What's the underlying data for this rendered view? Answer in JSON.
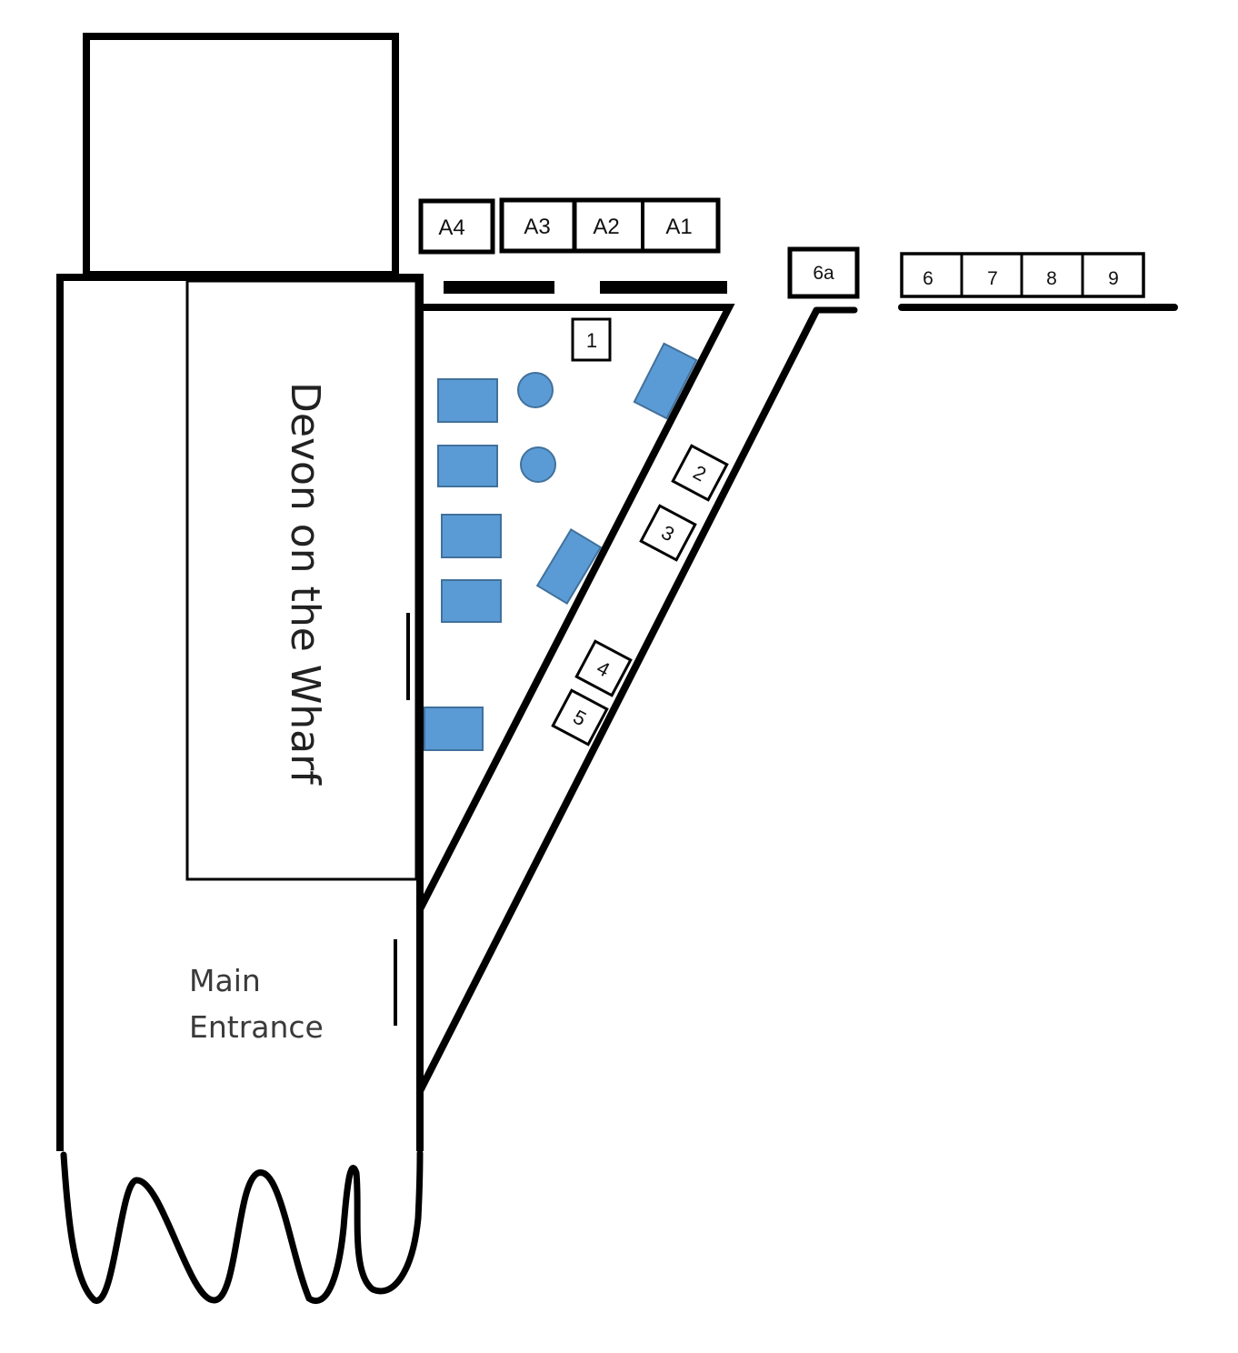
{
  "diagram": {
    "venue_label": "Devon on the Wharf",
    "entrance_label_line1": "Main",
    "entrance_label_line2": "Entrance",
    "colors": {
      "outline": "#000000",
      "furniture": "#5b9bd5",
      "furniture_edge": "#41719c"
    },
    "top_stalls": {
      "a4": "A4",
      "a3": "A3",
      "a2": "A2",
      "a1": "A1",
      "s6a": "6a"
    },
    "row_stalls": {
      "s6": "6",
      "s7": "7",
      "s8": "8",
      "s9": "9"
    },
    "inner_stalls": {
      "s1": "1",
      "s2": "2",
      "s3": "3",
      "s4": "4",
      "s5": "5"
    }
  }
}
